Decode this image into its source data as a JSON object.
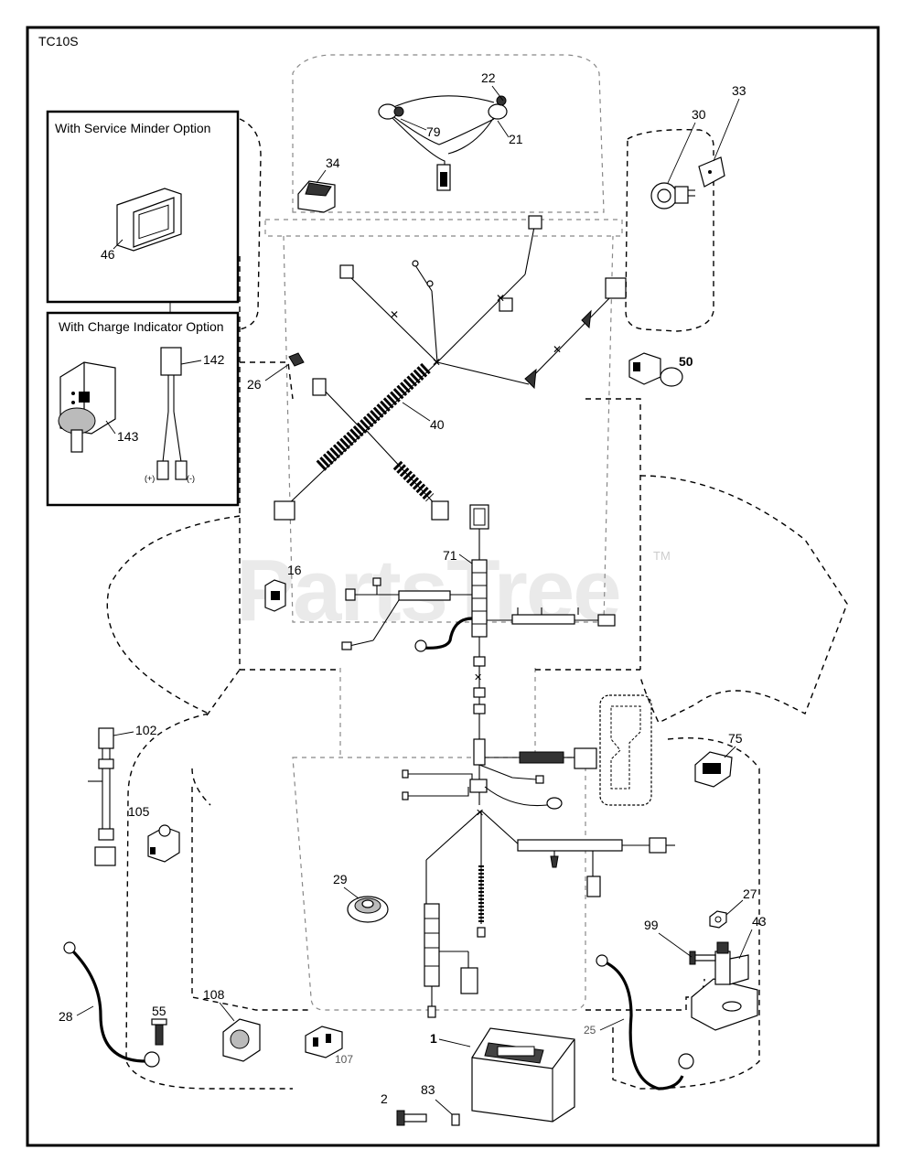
{
  "model": "TC10S",
  "watermark": {
    "text": "PartsTree",
    "tm": "TM"
  },
  "insets": {
    "service_minder": {
      "title": "With Service Minder Option"
    },
    "charge_indicator": {
      "title": "With Charge Indicator Option",
      "plus": "(+)",
      "minus": "(-)"
    }
  },
  "callouts": {
    "p1": "1",
    "p2": "2",
    "p16": "16",
    "p21": "21",
    "p22": "22",
    "p25": "25",
    "p26": "26",
    "p27": "27",
    "p28": "28",
    "p29": "29",
    "p30": "30",
    "p33": "33",
    "p34": "34",
    "p40": "40",
    "p43": "43",
    "p46": "46",
    "p50": "50",
    "p55": "55",
    "p71": "71",
    "p75": "75",
    "p79": "79",
    "p83": "83",
    "p99": "99",
    "p102": "102",
    "p105": "105",
    "p107": "107",
    "p108": "108",
    "p142": "142",
    "p143": "143"
  }
}
